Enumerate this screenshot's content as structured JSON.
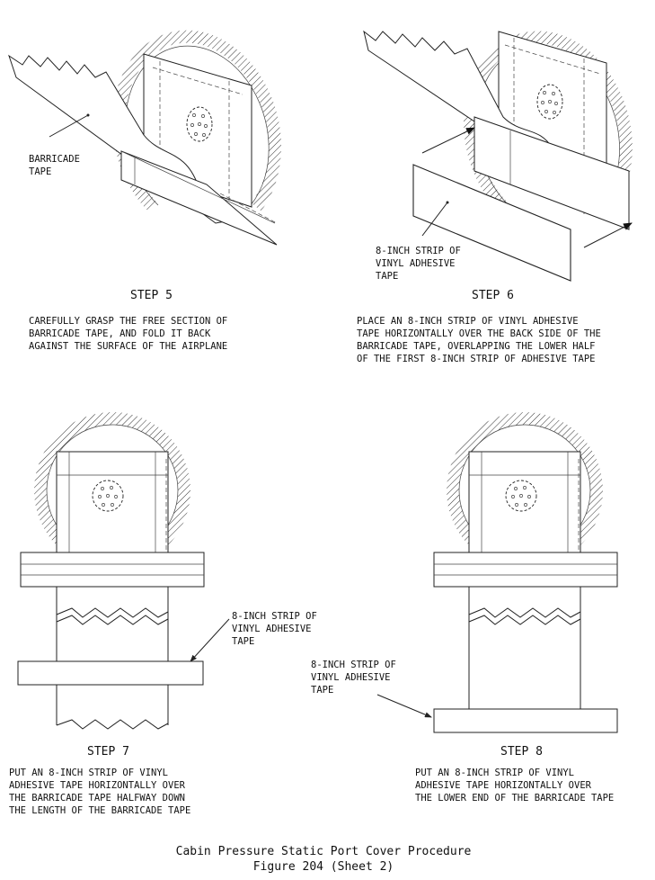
{
  "figure": {
    "title": "Cabin Pressure Static Port Cover Procedure",
    "subtitle": "Figure 204 (Sheet 2)"
  },
  "steps": [
    {
      "heading": "STEP 5",
      "callout": [
        "BARRICADE",
        "TAPE"
      ],
      "text": [
        "CAREFULLY GRASP THE FREE SECTION OF",
        "BARRICADE TAPE, AND FOLD IT BACK",
        "AGAINST THE SURFACE OF THE AIRPLANE"
      ]
    },
    {
      "heading": "STEP 6",
      "callout": [
        "8-INCH STRIP OF",
        "VINYL ADHESIVE",
        "TAPE"
      ],
      "text": [
        "PLACE AN 8-INCH STRIP OF VINYL ADHESIVE",
        "TAPE HORIZONTALLY OVER THE BACK SIDE OF THE",
        "BARRICADE TAPE, OVERLAPPING THE LOWER HALF",
        "OF THE FIRST 8-INCH STRIP OF ADHESIVE TAPE"
      ]
    },
    {
      "heading": "STEP 7",
      "callout": [
        "8-INCH STRIP OF",
        "VINYL ADHESIVE",
        "TAPE"
      ],
      "text": [
        "PUT AN 8-INCH STRIP OF VINYL",
        "ADHESIVE TAPE HORIZONTALLY OVER",
        "THE BARRICADE TAPE HALFWAY DOWN",
        "THE LENGTH OF THE BARRICADE TAPE"
      ]
    },
    {
      "heading": "STEP 8",
      "callout": [
        "8-INCH STRIP OF",
        "VINYL ADHESIVE",
        "TAPE"
      ],
      "text": [
        "PUT AN 8-INCH STRIP OF VINYL",
        "ADHESIVE TAPE HORIZONTALLY OVER",
        "THE LOWER END OF THE BARRICADE TAPE"
      ]
    }
  ]
}
